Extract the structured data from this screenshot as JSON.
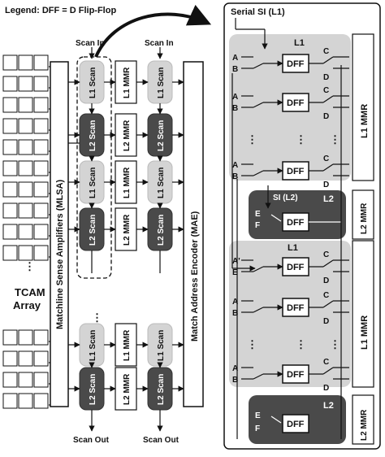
{
  "legend": "Legend: DFF = D Flip-Flop",
  "left": {
    "tcam_label": [
      "TCAM",
      "Array"
    ],
    "mlsa_label": "Matchline Sense Amplifiers (MLSA)",
    "mae_label": "Match Address Encoder (MAE)",
    "scan_in_label": "Scan In",
    "scan_out_label": "Scan Out",
    "l1_scan": "L1 Scan",
    "l2_scan": "L2 Scan",
    "l1_mmr": "L1 MMR",
    "l2_mmr": "L2 MMR",
    "ellipsis": "⋮"
  },
  "right": {
    "serial_in": "Serial SI (L1)",
    "l1_group": "L1",
    "l2_group": "L2",
    "si_l2": "SI (L2)",
    "dff": "DFF",
    "l1_mmr": "L1 MMR",
    "l2_mmr": "L2 MMR",
    "pin_a": "A",
    "pin_a_prime": "A'",
    "pin_b": "B",
    "pin_c": "C",
    "pin_d": "D",
    "pin_e": "E",
    "pin_f": "F",
    "ellipsis": "⋮"
  },
  "colors": {
    "l1_fill": "#d4d4d4",
    "l2_fill": "#4a4a4a",
    "line": "#111111",
    "tcam_cell": "#ffffff"
  }
}
